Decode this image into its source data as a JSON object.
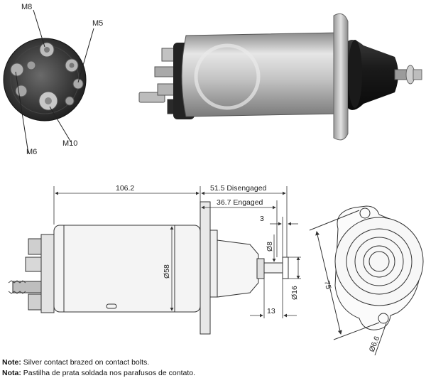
{
  "callouts": {
    "m8": "M8",
    "m5": "M5",
    "m10": "M10",
    "m6": "M6"
  },
  "dimensions": {
    "body_length": "106.2",
    "disengaged": "51.5 Disengaged",
    "engaged": "36.7 Engaged",
    "gap": "3",
    "plunger_dia": "Ø8",
    "body_dia": "Ø58",
    "shaft_dia": "Ø16",
    "shaft_length": "13",
    "hole_spacing": "75",
    "hole_dia": "Ø6.6"
  },
  "notes": [
    {
      "label": "Note:",
      "text": " Silver contact brazed on contact bolts."
    },
    {
      "label": "Nota:",
      "text": " Pastilha de prata soldada nos parafusos de contato."
    }
  ],
  "colors": {
    "metal": "#c9c9c9",
    "dark_rubber": "#1e1e1e",
    "line": "#333333"
  }
}
